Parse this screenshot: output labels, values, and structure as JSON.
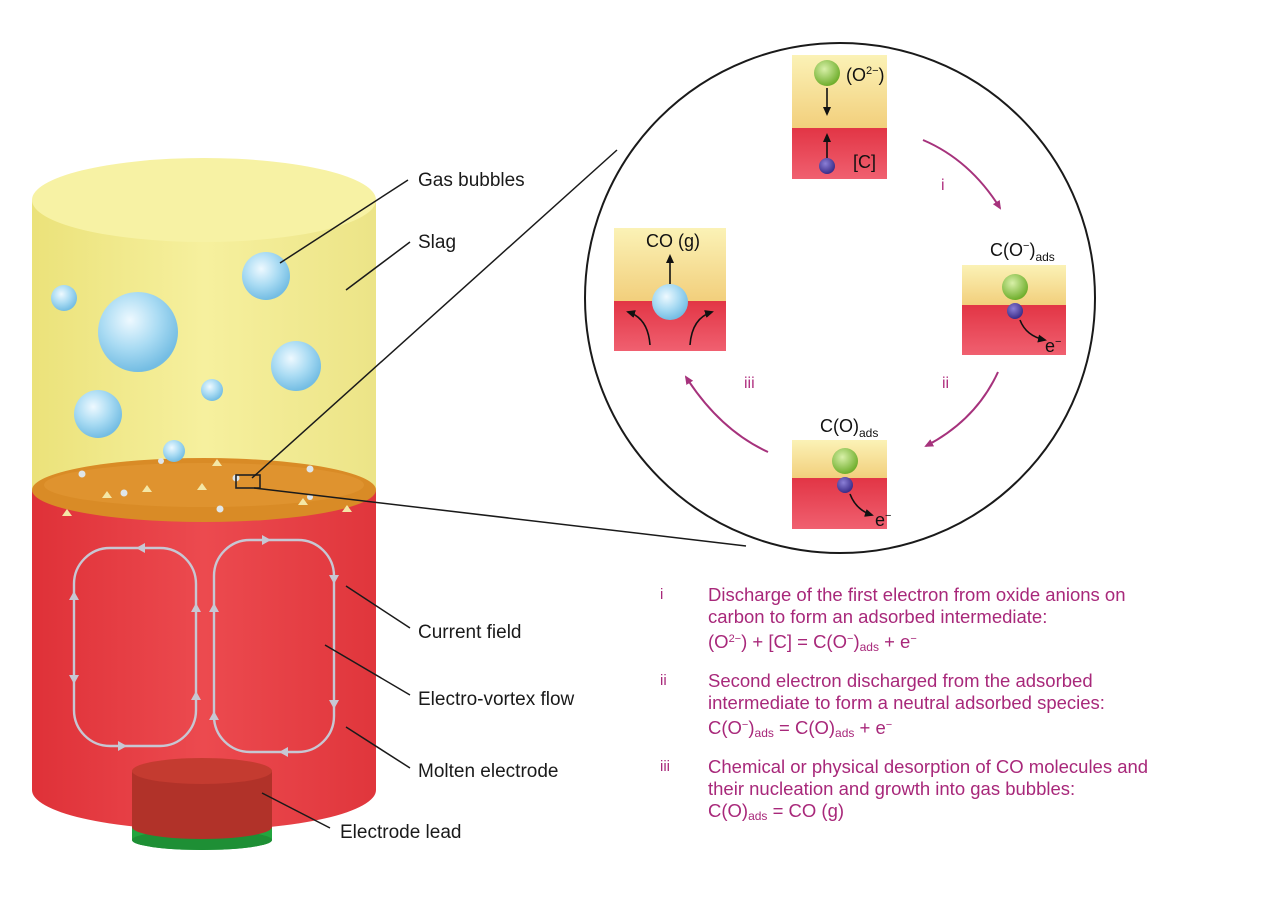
{
  "colors": {
    "slag": "#f2ec8c",
    "molten": "#e6383f",
    "interface": "#d98b26",
    "lead_red": "#b5332c",
    "lead_green": "#2aa640",
    "bubble": "#9fd3ef",
    "oxygen": "#8cc63f",
    "carbon": "#4a3a9a",
    "arrow_magenta": "#a6327c",
    "legend_text": "#a8287a"
  },
  "labels": {
    "gas_bubbles": "Gas bubbles",
    "slag": "Slag",
    "current_field": "Current field",
    "electro_vortex_flow": "Electro-vortex flow",
    "molten_electrode": "Molten electrode",
    "electrode_lead": "Electrode lead"
  },
  "cycle": {
    "step_top": {
      "oxygen_label": "(O",
      "oxygen_charge": "2−",
      "oxygen_close": ")",
      "carbon_label": "[C]"
    },
    "step_right": {
      "label": "C(O",
      "charge": "−",
      "close": ")",
      "sub": "ads",
      "electron": "e",
      "electron_charge": "−"
    },
    "step_bottom": {
      "label": "C(O)",
      "sub": "ads",
      "electron": "e",
      "electron_charge": "−"
    },
    "step_left": {
      "label": "CO (g)"
    },
    "arrow_i": "i",
    "arrow_ii": "ii",
    "arrow_iii": "iii"
  },
  "legend": [
    {
      "num": "i",
      "text": "Discharge of the first electron from oxide anions on\ncarbon to form an adsorbed intermediate:",
      "equation_html": "(O<sup>2−</sup>) + [C] = C(O<sup>−</sup>)<sub>ads</sub> + e<sup>−</sup>"
    },
    {
      "num": "ii",
      "text": "Second electron discharged from the adsorbed\nintermediate to form a neutral adsorbed species:",
      "equation_html": "C(O<sup>−</sup>)<sub>ads</sub> = C(O)<sub>ads</sub> + e<sup>−</sup>"
    },
    {
      "num": "iii",
      "text": "Chemical or physical desorption of CO molecules and\ntheir nucleation and growth into gas bubbles:",
      "equation_html": "C(O)<sub>ads</sub> = CO (g)"
    }
  ]
}
